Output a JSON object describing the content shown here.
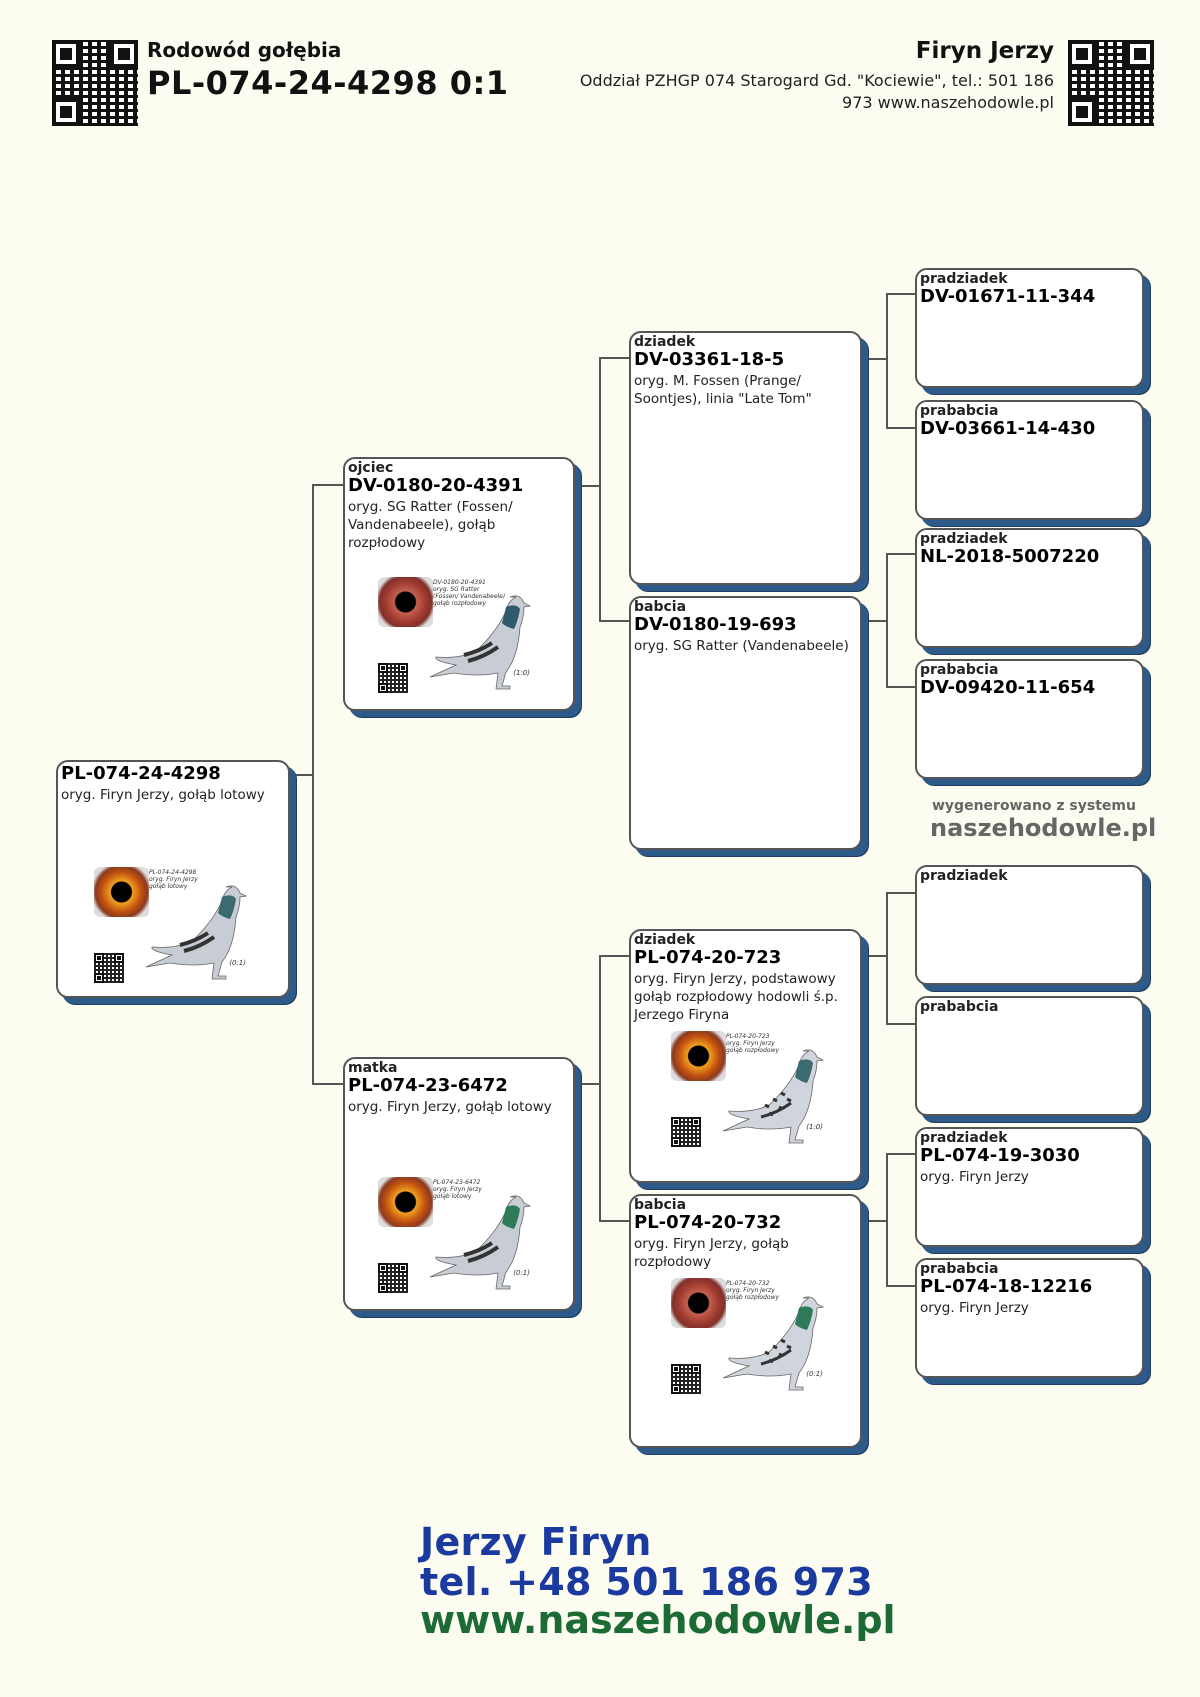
{
  "header": {
    "doc_title": "Rodowód gołębia",
    "pigeon_id": "PL-074-24-4298 0:1",
    "owner": "Firyn Jerzy",
    "address": "Oddział PZHGP 074 Starogard Gd. \"Kociewie\", tel.: 501 186 973 www.naszehodowle.pl"
  },
  "colors": {
    "background": "#fdfcf0",
    "box_shadow": "#2e5a8a",
    "footer_blue": "#1a3aa0",
    "footer_green": "#1c6a34"
  },
  "pedigree": {
    "subject": {
      "role": "",
      "ring": "PL-074-24-4298",
      "desc": "oryg. Firyn Jerzy, gołąb lotowy",
      "photo": {
        "caption": "PL-074-24-4298\noryg. Firyn Jerzy\ngołąb lotowy",
        "score": "(0:1)"
      }
    },
    "father": {
      "role": "ojciec",
      "ring": "DV-0180-20-4391",
      "desc": "oryg. SG Ratter (Fossen/ Vandenabeele), gołąb rozpłodowy",
      "photo": {
        "caption": "DV-0180-20-4391\noryg. SG Ratter\n(Fossen/ Vandenabeele)\ngołąb rozpłodowy",
        "score": "(1:0)"
      }
    },
    "mother": {
      "role": "matka",
      "ring": "PL-074-23-6472",
      "desc": "oryg. Firyn Jerzy, gołąb lotowy",
      "photo": {
        "caption": "PL-074-23-6472\noryg. Firyn Jerzy\ngołąb lotowy",
        "score": "(0:1)"
      }
    },
    "ff": {
      "role": "dziadek",
      "ring": "DV-03361-18-5",
      "desc": "oryg. M. Fossen (Prange/ Soontjes), linia \"Late Tom\""
    },
    "fm": {
      "role": "babcia",
      "ring": "DV-0180-19-693",
      "desc": "oryg. SG Ratter (Vandenabeele)"
    },
    "mf": {
      "role": "dziadek",
      "ring": "PL-074-20-723",
      "desc": "oryg. Firyn Jerzy, podstawowy gołąb rozpłodowy hodowli ś.p. Jerzego Firyna",
      "photo": {
        "caption": "PL-074-20-723\noryg. Firyn Jerzy\ngołąb rozpłodowy",
        "score": "(1:0)"
      }
    },
    "mm": {
      "role": "babcia",
      "ring": "PL-074-20-732",
      "desc": "oryg. Firyn Jerzy, gołąb rozpłodowy",
      "photo": {
        "caption": "PL-074-20-732\noryg. Firyn Jerzy\ngołąb rozpłodowy",
        "score": "(0:1)"
      }
    },
    "fff": {
      "role": "pradziadek",
      "ring": "DV-01671-11-344",
      "desc": ""
    },
    "ffm": {
      "role": "prababcia",
      "ring": "DV-03661-14-430",
      "desc": ""
    },
    "fmf": {
      "role": "pradziadek",
      "ring": "NL-2018-5007220",
      "desc": ""
    },
    "fmm": {
      "role": "prababcia",
      "ring": "DV-09420-11-654",
      "desc": ""
    },
    "mff": {
      "role": "pradziadek",
      "ring": "",
      "desc": ""
    },
    "mfm": {
      "role": "prababcia",
      "ring": "",
      "desc": ""
    },
    "mmf": {
      "role": "pradziadek",
      "ring": "PL-074-19-3030",
      "desc": "oryg. Firyn Jerzy"
    },
    "mmm": {
      "role": "prababcia",
      "ring": "PL-074-18-12216",
      "desc": "oryg. Firyn Jerzy"
    }
  },
  "generated": {
    "label": "wygenerowano z systemu",
    "site": "naszehodowle.pl"
  },
  "footer": {
    "name": "Jerzy Firyn",
    "tel": "tel. +48 501 186 973",
    "www": "www.naszehodowle.pl"
  }
}
